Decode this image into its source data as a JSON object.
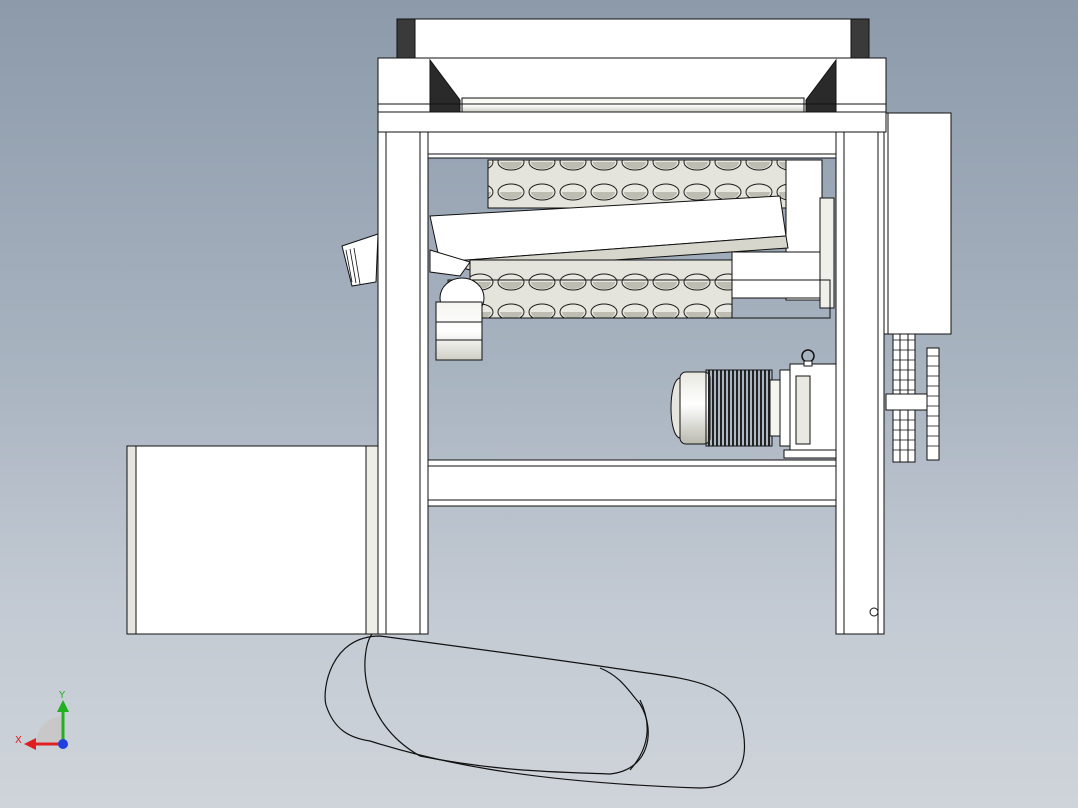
{
  "viewport": {
    "background_top": "#8c9aaa",
    "background_bottom": "#cfd4da",
    "view_orientation": "front"
  },
  "model": {
    "components": [
      "frame-left-post",
      "frame-right-post",
      "top-crossbar",
      "bottom-crossbar",
      "hopper",
      "perforated-drum-upper",
      "perforated-drum-lower",
      "discharge-chute",
      "gear-motor",
      "eye-bolt",
      "chain-sprocket-drive",
      "gearbox-cover",
      "side-bin",
      "outlet-conveyor-belt"
    ],
    "line_color": "#1a1a1a",
    "part_fill": "#ffffff",
    "shadow_fill": "#d8d8cf",
    "dark_fill": "#2a2a2a"
  },
  "triad": {
    "x_label": "X",
    "y_label": "Y",
    "x_color": "#e02020",
    "y_color": "#20b020",
    "z_color": "#2040e0"
  }
}
